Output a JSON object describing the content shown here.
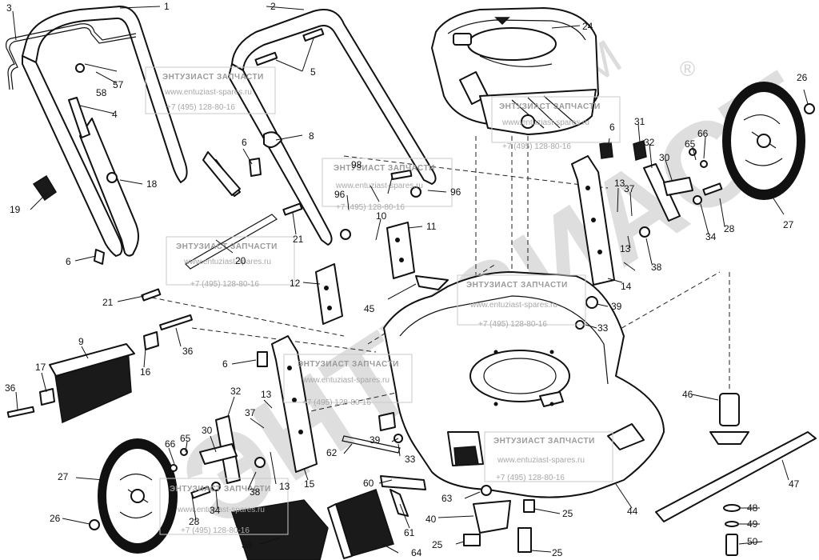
{
  "watermark": {
    "brand": "ЭНТУЗИАСТ",
    "trademark": "TM",
    "registered": "®",
    "title": "ЭНТУЗИАСТ ЗАПЧАСТИ",
    "website": "www.entuziast-spares.ru",
    "phone": "+7 (495) 128-80-16"
  },
  "part_numbers": [
    "1",
    "2",
    "3",
    "4",
    "5",
    "6",
    "8",
    "9",
    "10",
    "11",
    "12",
    "13",
    "14",
    "15",
    "16",
    "17",
    "18",
    "19",
    "20",
    "21",
    "24",
    "25",
    "26",
    "27",
    "28",
    "30",
    "31",
    "32",
    "33",
    "34",
    "36",
    "37",
    "38",
    "39",
    "40",
    "44",
    "45",
    "46",
    "47",
    "48",
    "49",
    "50",
    "57",
    "58",
    "59",
    "60",
    "61",
    "62",
    "63",
    "64",
    "65",
    "66",
    "96",
    "98"
  ]
}
